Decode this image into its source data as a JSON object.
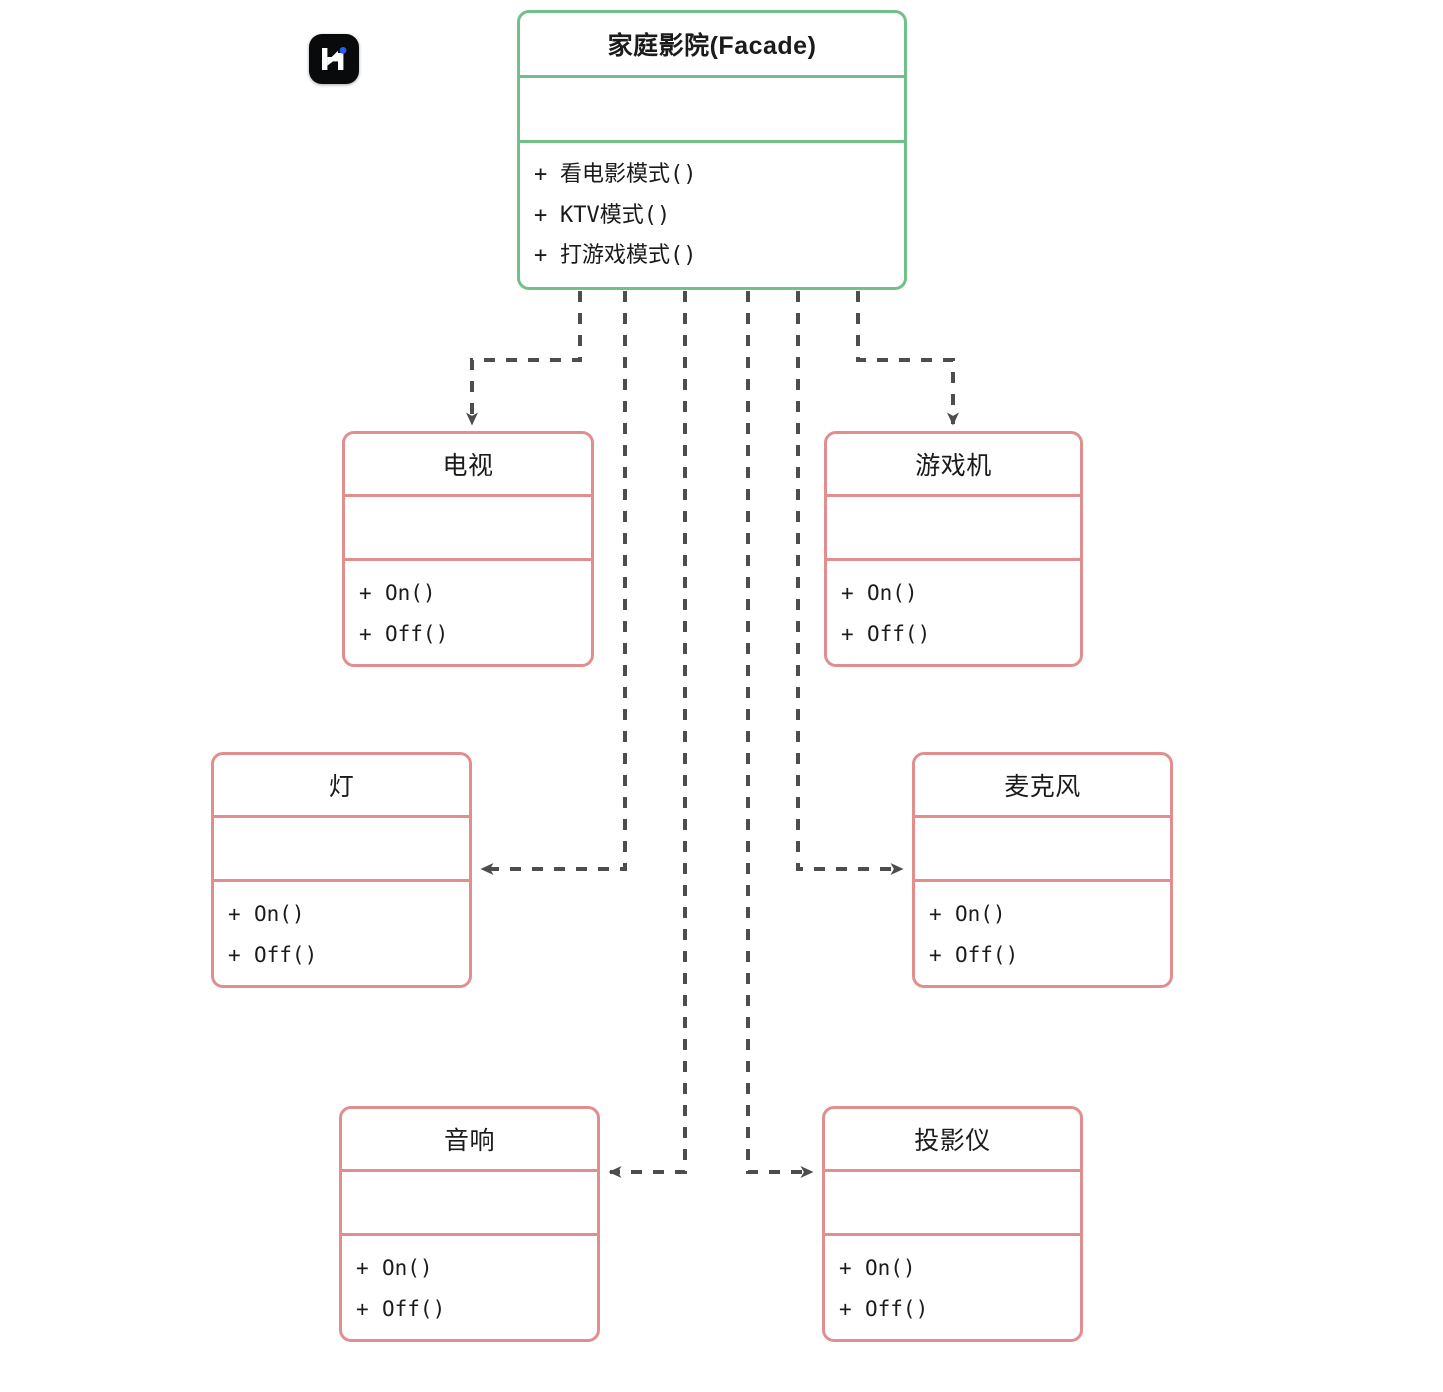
{
  "diagram": {
    "type": "uml-class-diagram",
    "pattern": "Facade",
    "background": "#ffffff",
    "edge_color": "#4d4d4d",
    "edge_style": "dashed-dependency-arrow"
  },
  "logo": {
    "name": "app-logo",
    "glyph": "H",
    "background": "#090a0c",
    "mark_color": "#ffffff",
    "dot_color": "#2b5cf0"
  },
  "classes": [
    {
      "id": "facade",
      "name": "家庭影院(Facade)",
      "border_color": "#6fc187",
      "attributes": [],
      "operations": [
        {
          "visibility": "+",
          "signature": "看电影模式()"
        },
        {
          "visibility": "+",
          "signature": "KTV模式()"
        },
        {
          "visibility": "+",
          "signature": "打游戏模式()"
        }
      ]
    },
    {
      "id": "tv",
      "name": "电视",
      "border_color": "#e28e8e",
      "attributes": [],
      "operations": [
        {
          "visibility": "+",
          "signature": "On()"
        },
        {
          "visibility": "+",
          "signature": "Off()"
        }
      ]
    },
    {
      "id": "console",
      "name": "游戏机",
      "border_color": "#e28e8e",
      "attributes": [],
      "operations": [
        {
          "visibility": "+",
          "signature": "On()"
        },
        {
          "visibility": "+",
          "signature": "Off()"
        }
      ]
    },
    {
      "id": "light",
      "name": "灯",
      "border_color": "#e28e8e",
      "attributes": [],
      "operations": [
        {
          "visibility": "+",
          "signature": "On()"
        },
        {
          "visibility": "+",
          "signature": "Off()"
        }
      ]
    },
    {
      "id": "microphone",
      "name": "麦克风",
      "border_color": "#e28e8e",
      "attributes": [],
      "operations": [
        {
          "visibility": "+",
          "signature": "On()"
        },
        {
          "visibility": "+",
          "signature": "Off()"
        }
      ]
    },
    {
      "id": "speaker",
      "name": "音响",
      "border_color": "#e28e8e",
      "attributes": [],
      "operations": [
        {
          "visibility": "+",
          "signature": "On()"
        },
        {
          "visibility": "+",
          "signature": "Off()"
        }
      ]
    },
    {
      "id": "projector",
      "name": "投影仪",
      "border_color": "#e28e8e",
      "attributes": [],
      "operations": [
        {
          "visibility": "+",
          "signature": "On()"
        },
        {
          "visibility": "+",
          "signature": "Off()"
        }
      ]
    }
  ],
  "relations": [
    {
      "from": "facade",
      "to": "tv",
      "kind": "dependency"
    },
    {
      "from": "facade",
      "to": "light",
      "kind": "dependency"
    },
    {
      "from": "facade",
      "to": "speaker",
      "kind": "dependency"
    },
    {
      "from": "facade",
      "to": "projector",
      "kind": "dependency"
    },
    {
      "from": "facade",
      "to": "microphone",
      "kind": "dependency"
    },
    {
      "from": "facade",
      "to": "console",
      "kind": "dependency"
    }
  ]
}
